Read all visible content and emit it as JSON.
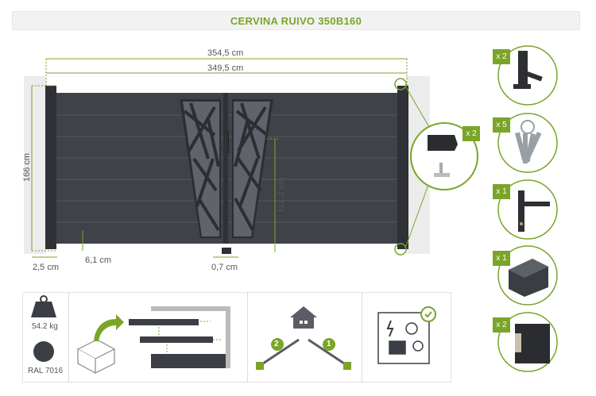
{
  "title": "CERVINA RUIVO 350B160",
  "dimensions": {
    "total_width": "354,5 cm",
    "inner_width": "349,5 cm",
    "height": "166 cm",
    "design_height": "112,2 cm",
    "post_gap": "2,5 cm",
    "ground_gap": "6,1 cm",
    "leaf_gap": "0,7 cm"
  },
  "accessories": [
    {
      "qty": "x 2",
      "icon": "hinge-icon"
    },
    {
      "qty": "x 5",
      "icon": "keys-icon"
    },
    {
      "qty": "x 1",
      "icon": "handle-icon"
    },
    {
      "qty": "x 1",
      "icon": "stopper-icon"
    },
    {
      "qty": "x 2",
      "icon": "post-cap-icon"
    }
  ],
  "detail_qty": "x 2",
  "weight": "54.2 kg",
  "color_code": "RAL 7016",
  "colors": {
    "accent": "#7aa529",
    "gate": "#3f4248",
    "ral": "#3b3e44"
  },
  "steps": [
    "1",
    "2"
  ]
}
